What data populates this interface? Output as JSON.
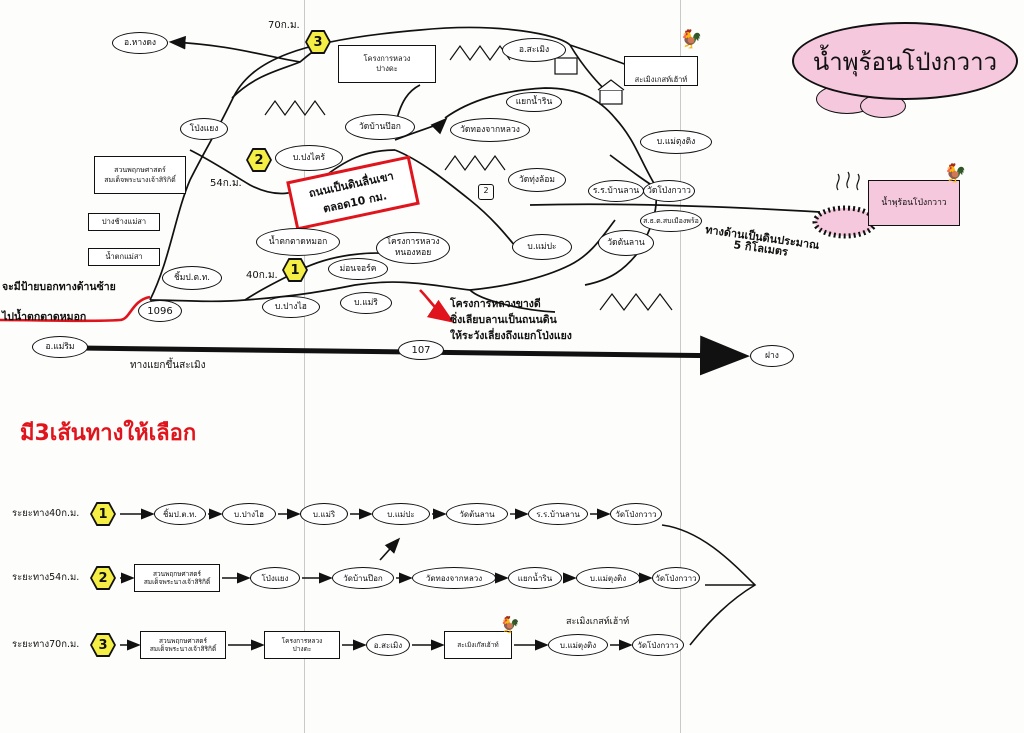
{
  "title": "น้ำพุร้อนโป่งกวาว",
  "map": {
    "place_ban_huai_hung": "อ.หางดง",
    "dist_70": "70ก.ม.",
    "dist_54": "54ก.ม.",
    "dist_40": "40ก.ม.",
    "route_1": "1",
    "route_2": "2",
    "route_3": "3",
    "junction_2": "2",
    "pong_yaeng": "โป่งแยง",
    "royal_project_pangda": "โครงการหลวง\nปางดะ",
    "samoeng": "อ.สะเมิง",
    "samoeng_guesthouse": "สะเมิงเกสท์เฮ้าท์",
    "ban_pang_khrai": "บ.ปงไคร้",
    "wat_ban_pok": "วัดบ้านป๊อก",
    "yaek_nam_rin": "แยกน้ำริน",
    "wat_thong_krak_luang": "วัดทองจากหลวง",
    "ban_mae_tung_ting": "บ.แม่ตุงติง",
    "wat_thung_loi": "วัดทุ่งล้อม",
    "school_ban_lan": "ร.ร.บ้านลาน",
    "wat_pong_kwao": "วัดโป่งกวาว",
    "health_center": "ส.ธ.ต.สบเมืองพร้อ",
    "hot_spring_box": "น้ำพุร้อนโป่งกวาว",
    "botanic_garden": "สวนพฤกษศาสตร์\nสมเด็จพระนางเจ้าสิริกิติ์",
    "elephant_camp": "ปางช้างแม่สา",
    "mae_sa_waterfall": "น้ำตกแม่สา",
    "red_note_top": "ถนนเป็นดินลื่นเขา\nตลอด10 กม.",
    "nam_tok_tat_mok": "น้ำตกตาดหมอก",
    "royal_project_nong_hoi": "โครงการหลวง\nหนองหอย",
    "mon_jam": "ม่อนจอร์ค",
    "ban_mae_pa": "บ.แม่ปะ",
    "wat_ton_lan": "วัดต้นลาน",
    "checkpoint": "ชิ้มป.ต.ท.",
    "ban_pong_hai": "บ.ปางไฮ",
    "ban_mae_ri": "บ.แม่ริ",
    "red_note_bottom": "โครงการหลวงขางดี\nซิ่งเลียบลานเป็นถนนดิน\nให้ระวังเลี่ยงถึงแยกโป่งแยง",
    "red_note_left": "จะมีป้ายบอกทางด้านซ้าย\nไปน้ำตกตาดหมอก",
    "road_1096": "1096",
    "road_107": "107",
    "mae_rim": "อ.แม่ริม",
    "fang": "ฝาง",
    "samoeng_junction": "ทางแยกขึ้นสะเมิง",
    "dirt_road_note": "ทางด้านเป็นดินประมาณ\n5 กิโลเมตร"
  },
  "options": {
    "heading": "มี3เส้นทางให้เลือก",
    "routes": [
      {
        "label": "ระยะทาง40ก.ม.",
        "number": "1",
        "stops": [
          "ชิ้มป.ต.ท.",
          "บ.ปางไฮ",
          "บ.แม่ริ",
          "บ.แม่ปะ",
          "วัดต้นลาน",
          "ร.ร.บ้านลาน",
          "วัดโป่งกวาว"
        ]
      },
      {
        "label": "ระยะทาง54ก.ม.",
        "number": "2",
        "stops": [
          "สวนพฤกษศาสตร์\nสมเด็จพระนางเจ้าสิริกิติ์",
          "โป่งแยง",
          "วัดบ้านป๊อก",
          "วัดทองจากหลวง",
          "แยกน้ำริน",
          "บ.แม่ตุงติง",
          "วัดโป่งกวาว"
        ]
      },
      {
        "label": "ระยะทาง70ก.ม.",
        "number": "3",
        "stops": [
          "สวนพฤกษศาสตร์\nสมเด็จพระนางเจ้าสิริกิติ์",
          "โครงการหลวง\nปางดะ",
          "อ.สะเมิง",
          "สะเมิงเก๊สเฮ้าท์",
          "บ.แม่ตุงติง",
          "วัดโป่งกวาว"
        ],
        "caption": "สะเมิงเกสท์เฮ้าท์"
      }
    ]
  }
}
